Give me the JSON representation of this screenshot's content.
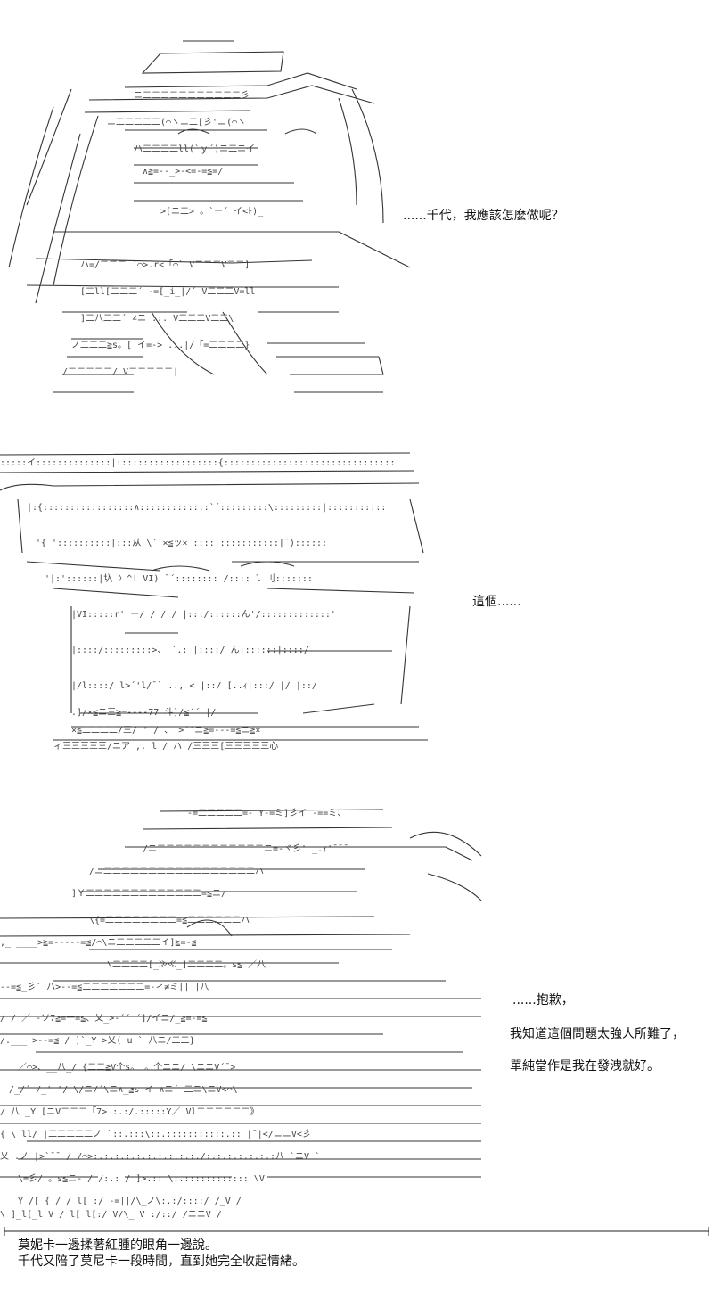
{
  "panels": [
    {
      "dialogue": [
        "......千代，我應該怎麽做呢？"
      ]
    },
    {
      "dialogue": [
        "這個......"
      ]
    },
    {
      "dialogue": [
        "......抱歉，",
        "我知道這個問題太強人所難了，",
        "單純當作是我在發洩就好。"
      ]
    }
  ],
  "caption": {
    "lines": [
      "莫妮卡一邊揉著紅腫的眼角一邊說。",
      "千代又陪了莫尼卡一段時間，直到她完全收起情緒。"
    ]
  }
}
